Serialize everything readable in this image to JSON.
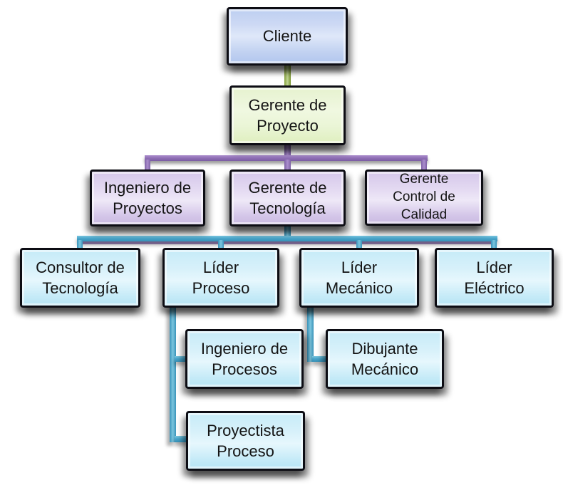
{
  "org_chart": {
    "nodes": {
      "cliente": {
        "label": "Cliente"
      },
      "gerente_proyecto": {
        "label": "Gerente de Proyecto"
      },
      "ingeniero_proyectos": {
        "label": "Ingeniero de Proyectos"
      },
      "gerente_tecnologia": {
        "label": "Gerente de Tecnología"
      },
      "gerente_control_calidad": {
        "label": "Gerente Control de Calidad"
      },
      "consultor_tecnologia": {
        "label": "Consultor de Tecnología"
      },
      "lider_proceso": {
        "label": "Líder Proceso"
      },
      "lider_mecanico": {
        "label": "Líder Mecánico"
      },
      "lider_electrico": {
        "label": "Líder Eléctrico"
      },
      "ingeniero_procesos": {
        "label": "Ingeniero de Procesos"
      },
      "dibujante_mecanico": {
        "label": "Dibujante Mecánico"
      },
      "proyectista_proceso": {
        "label": "Proyectista Proceso"
      }
    },
    "edges": [
      {
        "from": "cliente",
        "to": "gerente_proyecto"
      },
      {
        "from": "gerente_proyecto",
        "to": "ingeniero_proyectos"
      },
      {
        "from": "gerente_proyecto",
        "to": "gerente_tecnologia"
      },
      {
        "from": "gerente_proyecto",
        "to": "gerente_control_calidad"
      },
      {
        "from": "gerente_tecnologia",
        "to": "consultor_tecnologia"
      },
      {
        "from": "gerente_tecnologia",
        "to": "lider_proceso"
      },
      {
        "from": "gerente_tecnologia",
        "to": "lider_mecanico"
      },
      {
        "from": "gerente_tecnologia",
        "to": "lider_electrico"
      },
      {
        "from": "lider_proceso",
        "to": "ingeniero_procesos"
      },
      {
        "from": "lider_proceso",
        "to": "proyectista_proceso"
      },
      {
        "from": "lider_mecanico",
        "to": "dibujante_mecanico"
      }
    ],
    "colors": {
      "client_fill": "#c6d7f3",
      "manager_fill": "#e9f5d4",
      "level3_fill": "#dbcfee",
      "level4_fill": "#cdeef9",
      "connector_client_manager": "#9cb54b",
      "connector_level3": "#8f6fb5",
      "connector_level4": "#4aa6cb",
      "node_border": "#0d0d14"
    }
  }
}
